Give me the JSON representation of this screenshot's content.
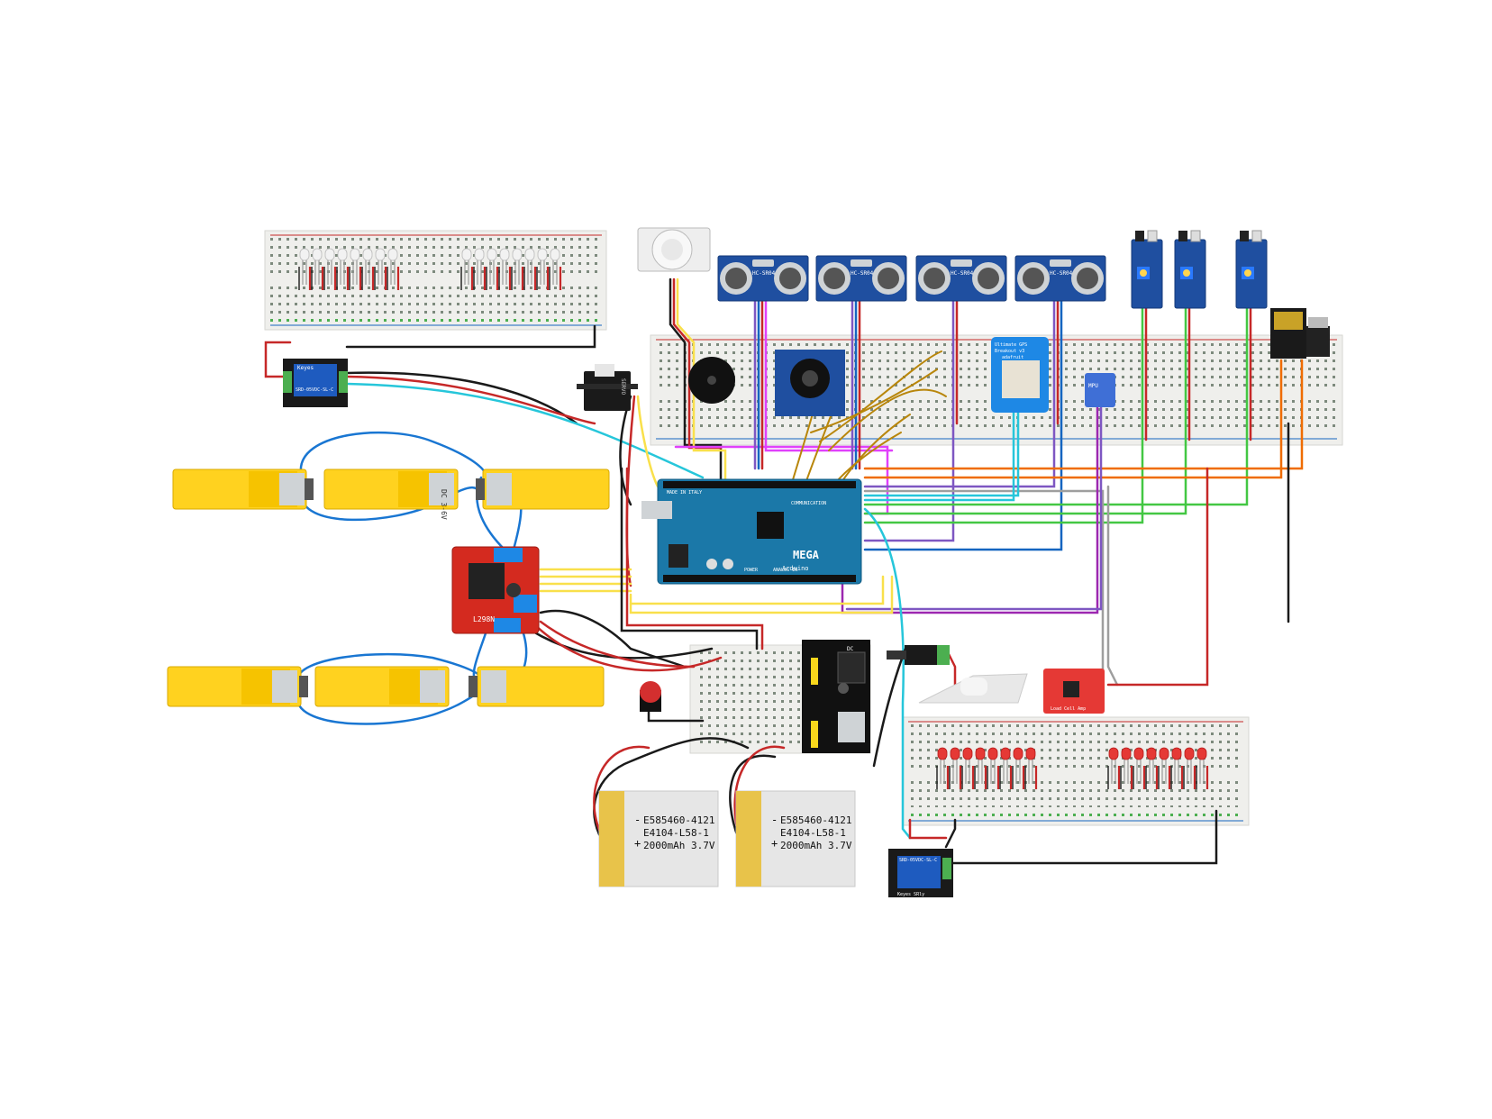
{
  "diagram": {
    "colors": {
      "background": "#ffffff",
      "breadboard": "#f1f1ee",
      "rail_red": "#c62828",
      "rail_blue": "#1565c0",
      "motor_yellow": "#ffd21f",
      "arduino_blue": "#1b78a8",
      "sensor_blue": "#1f4fa0",
      "driver_red": "#d42a1f",
      "battery_grey": "#e6e6e6",
      "battery_gold": "#e8c34a"
    },
    "battery_left": {
      "line1": "E585460-4121",
      "line2": "E4104-L58-1",
      "line3": "2000mAh 3.7V",
      "minus": "-",
      "plus": "+"
    },
    "battery_right": {
      "line1": "E585460-4121",
      "line2": "E4104-L58-1",
      "line3": "2000mAh 3.7V",
      "minus": "-",
      "plus": "+"
    },
    "ultrasonic_label": "HC-SR04",
    "motor_label": "DC 3-6V",
    "servo_label": "SERVO",
    "arduino": {
      "brand": "Arduino",
      "model": "MEGA",
      "made_in": "MADE IN ITALY",
      "communication": "COMMUNICATION",
      "power": "POWER",
      "analog_in": "ANALOG IN"
    },
    "gps": {
      "line1": "Ultimate GPS",
      "line2": "Breakout v3",
      "line3": "adafruit"
    },
    "relay_top": {
      "brand": "Keyes",
      "model": "SRD-05VDC-SL-C"
    },
    "relay_bottom": {
      "brand": "Keyes SRly",
      "model": "SRD-05VDC-SL-C"
    },
    "load_cell_amp": "Load Cell Amp",
    "driver_label": "L298N",
    "accelerometer": "MPU",
    "power_module": "DC"
  }
}
